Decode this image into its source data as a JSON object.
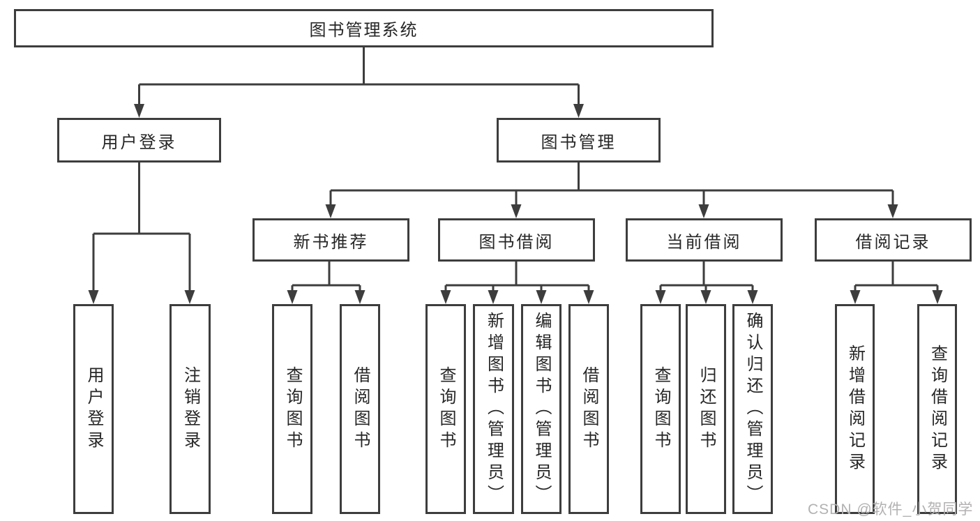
{
  "diagram": {
    "root": {
      "label": "图书管理系统"
    },
    "level2": [
      {
        "label": "用户登录"
      },
      {
        "label": "图书管理"
      }
    ],
    "level3": [
      {
        "label": "新书推荐",
        "parent": "图书管理"
      },
      {
        "label": "图书借阅",
        "parent": "图书管理"
      },
      {
        "label": "当前借阅",
        "parent": "图书管理"
      },
      {
        "label": "借阅记录",
        "parent": "图书管理"
      }
    ],
    "leaves": [
      {
        "label": "用户登录",
        "parent": "用户登录"
      },
      {
        "label": "注销登录",
        "parent": "用户登录"
      },
      {
        "label": "查询图书",
        "parent": "新书推荐"
      },
      {
        "label": "借阅图书",
        "parent": "新书推荐"
      },
      {
        "label": "查询图书",
        "parent": "图书借阅"
      },
      {
        "label": "新增图书（管理员）",
        "parent": "图书借阅"
      },
      {
        "label": "编辑图书（管理员）",
        "parent": "图书借阅"
      },
      {
        "label": "借阅图书",
        "parent": "图书借阅"
      },
      {
        "label": "查询图书",
        "parent": "当前借阅"
      },
      {
        "label": "归还图书",
        "parent": "当前借阅"
      },
      {
        "label": "确认归还（管理员）",
        "parent": "当前借阅"
      },
      {
        "label": "新增借阅记录",
        "parent": "借阅记录"
      },
      {
        "label": "查询借阅记录",
        "parent": "借阅记录"
      }
    ],
    "watermark": "CSDN @软件_小贺同学",
    "colors": {
      "line": "#3d3d3d",
      "text": "#262626",
      "watermark": "#b3b1b1",
      "background": "#ffffff"
    }
  }
}
